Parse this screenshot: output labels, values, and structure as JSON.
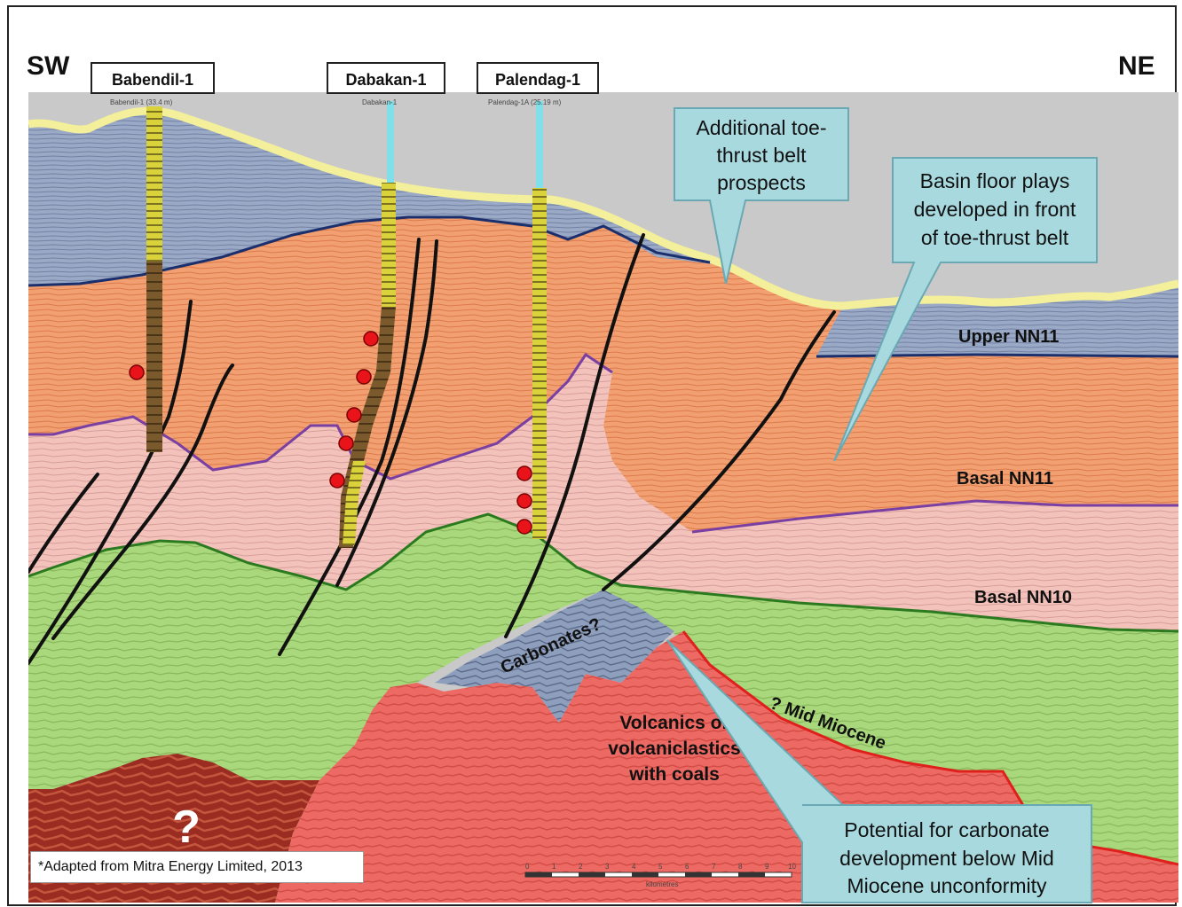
{
  "orientation": {
    "left": "SW",
    "right": "NE"
  },
  "wells": [
    {
      "name": "Babendil-1",
      "sublabel": "Babendil-1 (33.4 m)"
    },
    {
      "name": "Dabakan-1",
      "sublabel": "Dabakan-1"
    },
    {
      "name": "Palendag-1",
      "sublabel": "Palendag-1A (25.19 m)"
    }
  ],
  "horizons": {
    "upper_nn11": "Upper NN11",
    "basal_nn11": "Basal NN11",
    "basal_nn10": "Basal NN10",
    "mid_miocene": "? Mid Miocene"
  },
  "units": {
    "carbonates": "Carbonates?",
    "volcanics": [
      "Volcanics or",
      "volcaniclastics",
      "with coals"
    ],
    "unknown": "?"
  },
  "callouts": {
    "toe_thrust": [
      "Additional toe-",
      "thrust belt",
      "prospects"
    ],
    "basin_floor": [
      "Basin floor plays",
      "developed in front",
      "of toe-thrust belt"
    ],
    "carbonate": [
      "Potential  for carbonate",
      "development below Mid",
      "Miocene unconformity"
    ]
  },
  "scale_bar": {
    "label": "kilometres",
    "ticks": [
      "0",
      "1",
      "2",
      "3",
      "4",
      "5",
      "6",
      "7",
      "8",
      "9",
      "10"
    ]
  },
  "credit": "*Adapted from Mitra Energy Limited, 2013",
  "colors": {
    "sky": "#c9c9c9",
    "seabed": "#f3ef9a",
    "upper_blue": "#9aa9c6",
    "orange": "#f2a072",
    "pink": "#f3c3bb",
    "green": "#a9d77b",
    "red": "#ec6a63",
    "darkred": "#9b2c22",
    "carbonate": "#8e9fbd",
    "callout": "#a8d9df",
    "hz_upper": "#1a2f6b",
    "hz_nn11": "#7a3fa3",
    "hz_nn10": "#2b7a1f",
    "hz_mid": "#e0201c",
    "fault": "#111111",
    "dot": "#e8141a"
  }
}
